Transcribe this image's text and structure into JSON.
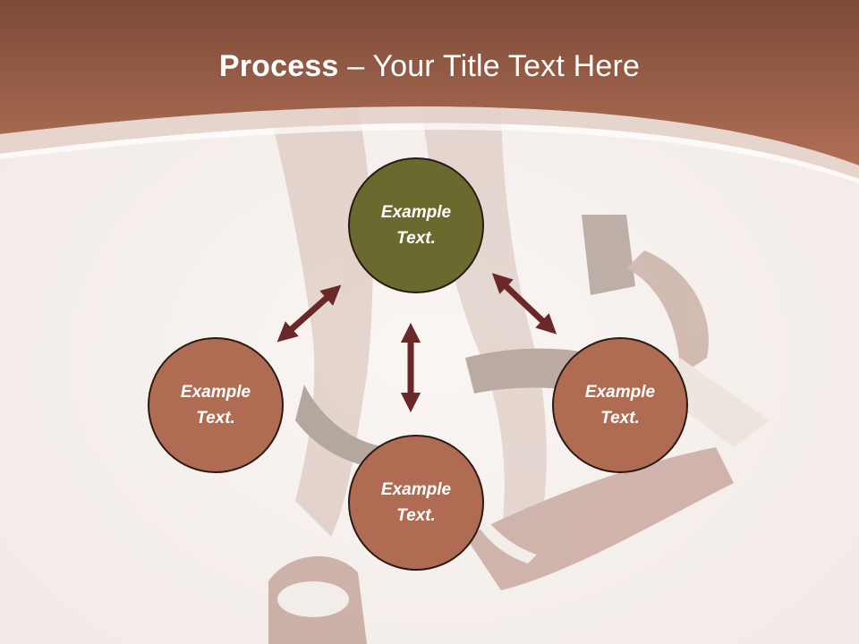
{
  "slide": {
    "title_bold": "Process",
    "title_rest": " – Your Title Text Here",
    "header_color": "#a9664c",
    "node_center_color": "#6a6a2e",
    "node_color": "#b06c52",
    "arrow_color": "#6b2828"
  },
  "nodes": {
    "center": "Example Text.",
    "left": "Example Text.",
    "right": "Example Text.",
    "bottom": "Example Text."
  }
}
